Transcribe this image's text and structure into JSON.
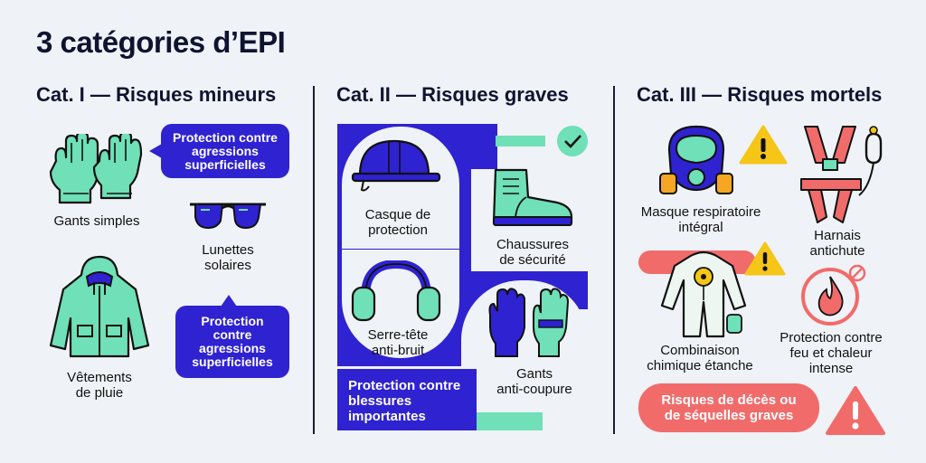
{
  "title": "3 catégories d’EPI",
  "colors": {
    "blue": "#2f22d0",
    "mint": "#6fe0b8",
    "coral": "#f16b6b",
    "warning_yellow": "#f5c518",
    "dark": "#0e1430",
    "background": "#eff2f6"
  },
  "cat1": {
    "heading": "Cat. I — Risques mineurs",
    "bubble_top": "Protection contre\nagressions\nsuperficielles",
    "bubble_bottom": "Protection\ncontre\nagressions\nsuperficielles",
    "items": {
      "gloves": "Gants simples",
      "glasses": "Lunettes\nsolaires",
      "raincoat": "Vêtements\nde pluie"
    },
    "icons": [
      "gloves-icon",
      "sunglasses-icon",
      "raincoat-icon",
      "speech-bubble"
    ]
  },
  "cat2": {
    "heading": "Cat. II — Risques graves",
    "banner": "Protection contre\nblessures\nimportantes",
    "items": {
      "helmet": "Casque de\nprotection",
      "boots": "Chaussures\nde sécurité",
      "earmuffs": "Serre-tête\nanti-bruit",
      "cut_gloves": "Gants\nanti-coupure"
    },
    "icons": [
      "hard-hat-icon",
      "safety-boot-icon",
      "earmuffs-icon",
      "cut-resistant-gloves-icon",
      "check-icon"
    ]
  },
  "cat3": {
    "heading": "Cat. III — Risques mortels",
    "pill": "Risques de décès ou\nde séquelles graves",
    "items": {
      "mask": "Masque respiratoire\nintégral",
      "harness": "Harnais\nantichute",
      "suit": "Combinaison\nchimique étanche",
      "fire": "Protection contre\nfeu et chaleur\nintense"
    },
    "icons": [
      "gas-mask-icon",
      "harness-icon",
      "hazmat-suit-icon",
      "fire-icon",
      "warning-icon"
    ]
  }
}
